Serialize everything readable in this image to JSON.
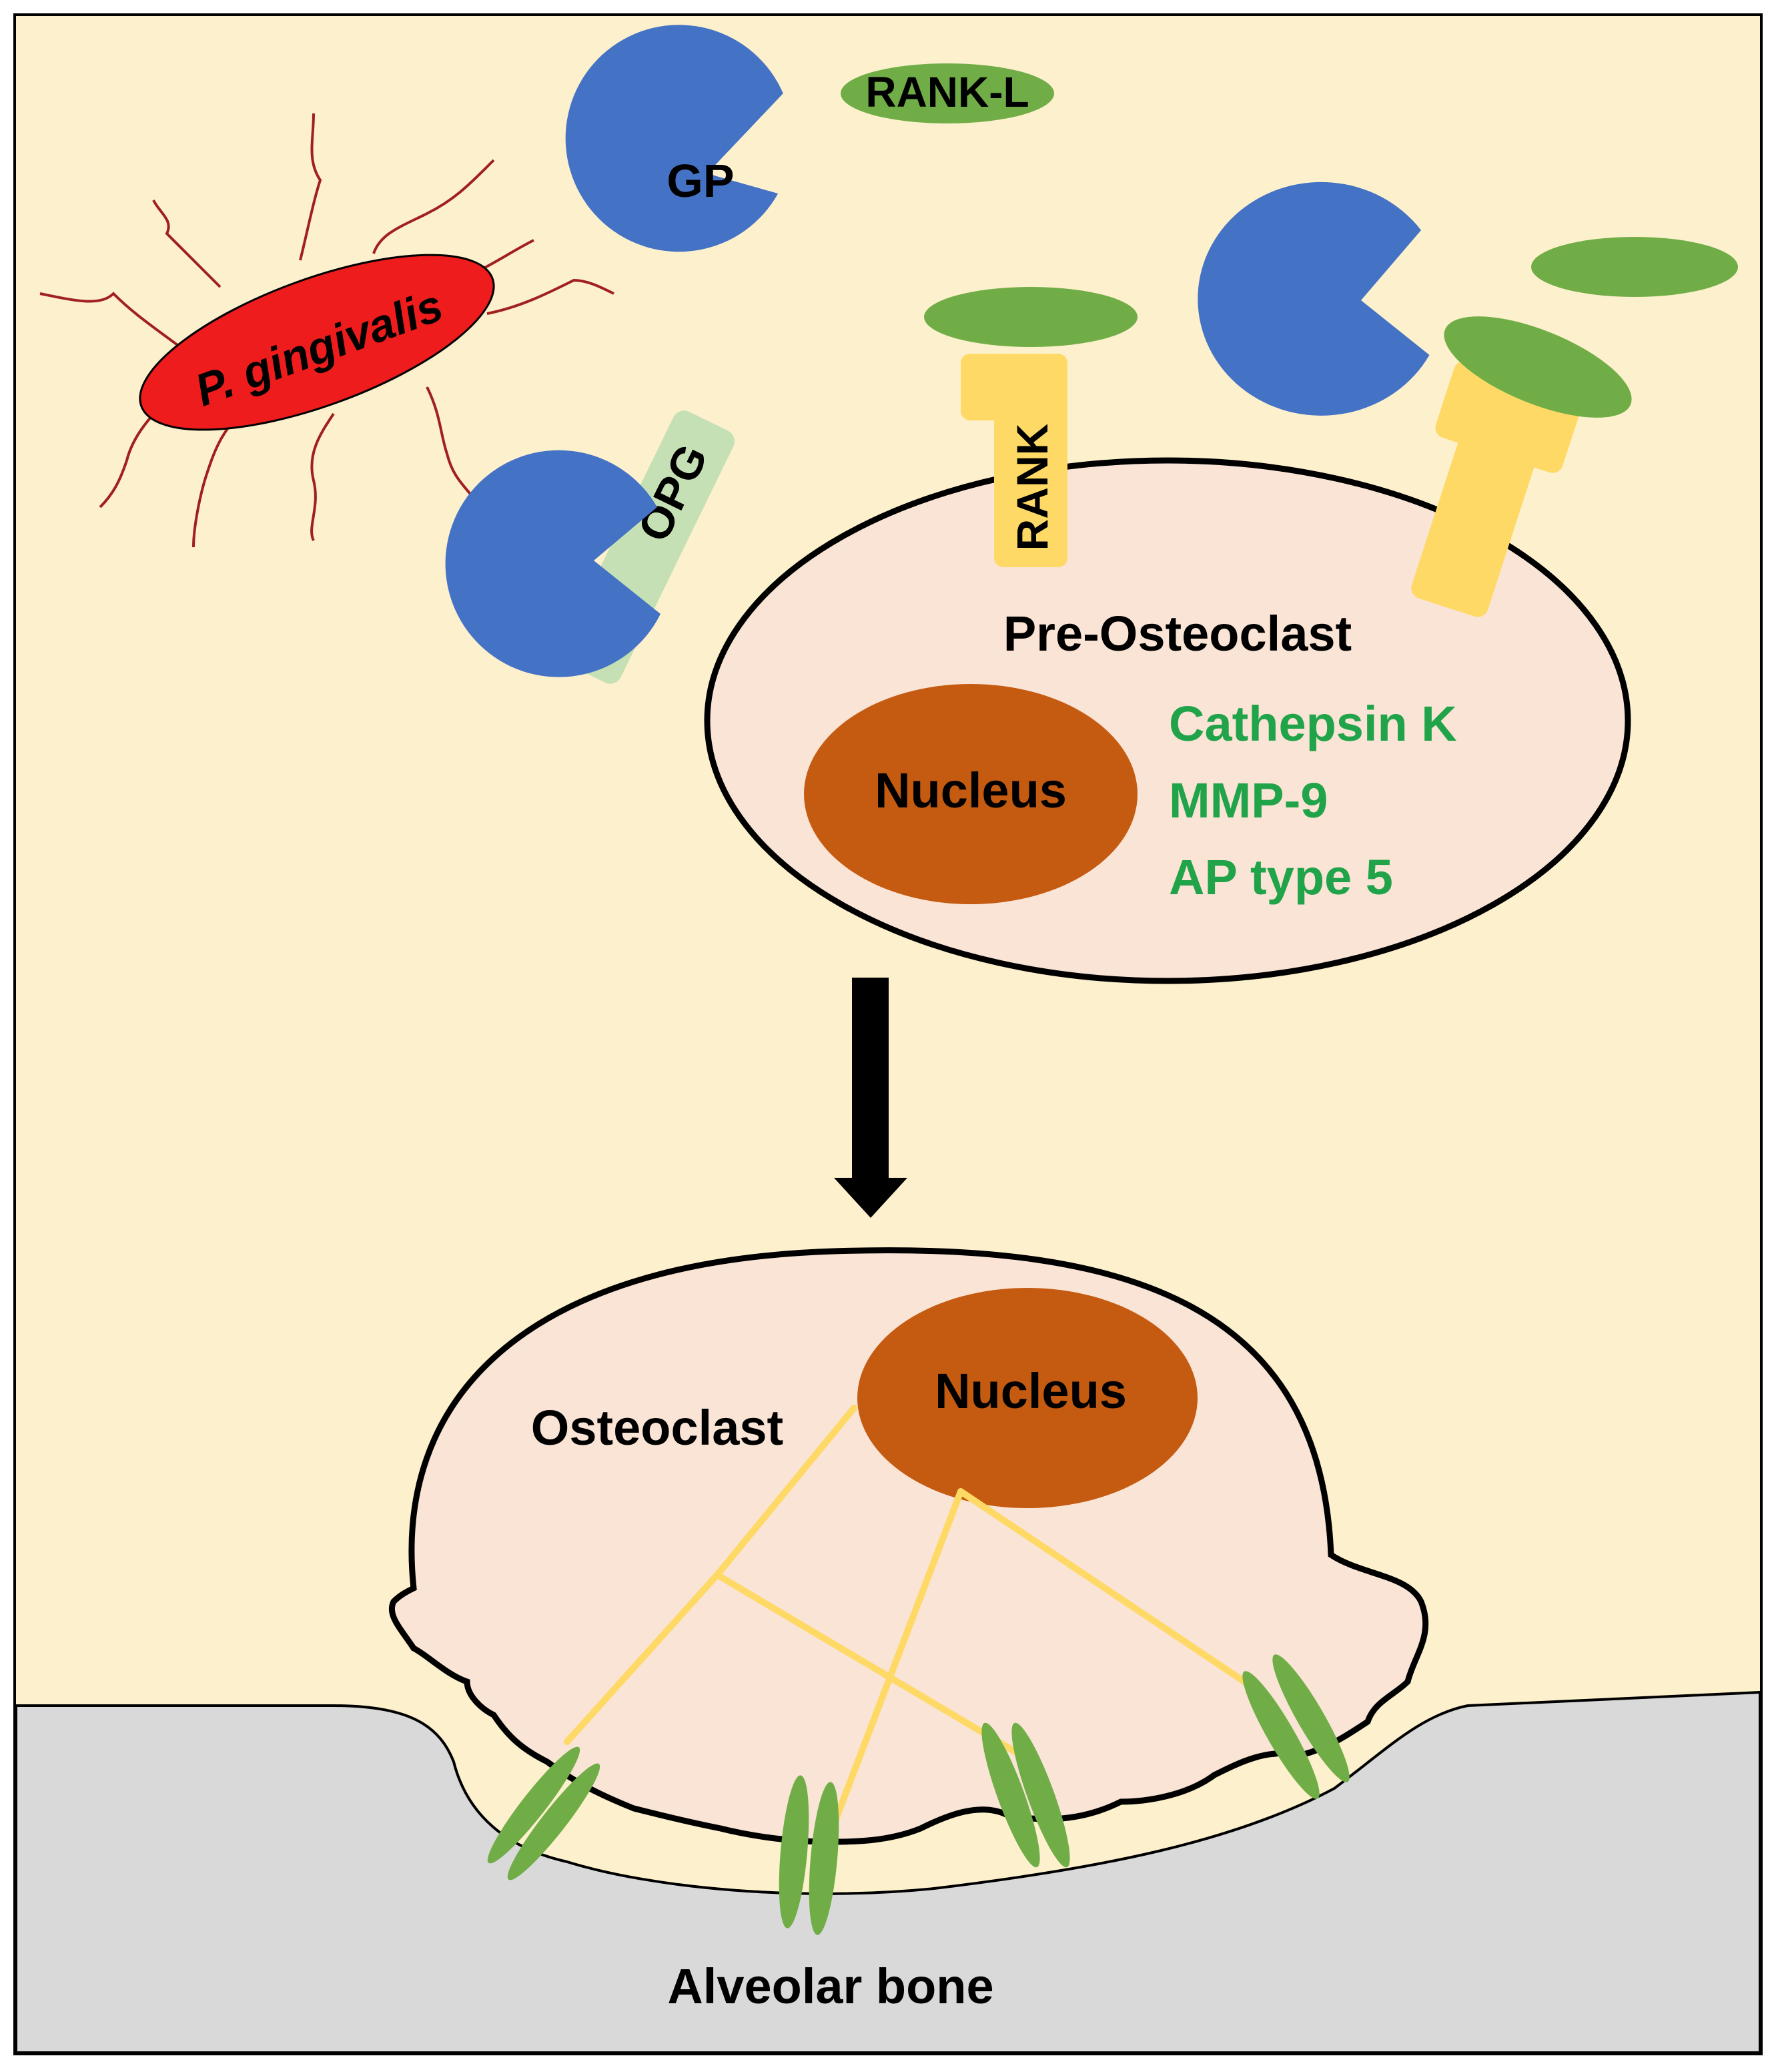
{
  "labels": {
    "bacterium": "P. gingivalis",
    "gingipain": "GP",
    "rankl": "RANK-L",
    "opg": "OPG",
    "rank": "RANK",
    "pre_osteoclast": "Pre-Osteoclast",
    "nucleus_pre": "Nucleus",
    "genes": [
      "Cathepsin K",
      "MMP-9",
      "AP type 5"
    ],
    "osteoclast": "Osteoclast",
    "nucleus_osteo": "Nucleus",
    "bone": "Alveolar bone"
  },
  "colors": {
    "background": "#fdf0cd",
    "bone": "#d9d9d9",
    "cell": "#f9e4d6",
    "nucleus": "#c55a11",
    "bacterium": "#ee1c1c",
    "flagella": "#a02020",
    "gingipain": "#4472c4",
    "rankl": "#70ad47",
    "rank": "#ffd966",
    "opg": "#c5e0b4",
    "gene_text": "#21a34a",
    "outline": "#000000"
  }
}
